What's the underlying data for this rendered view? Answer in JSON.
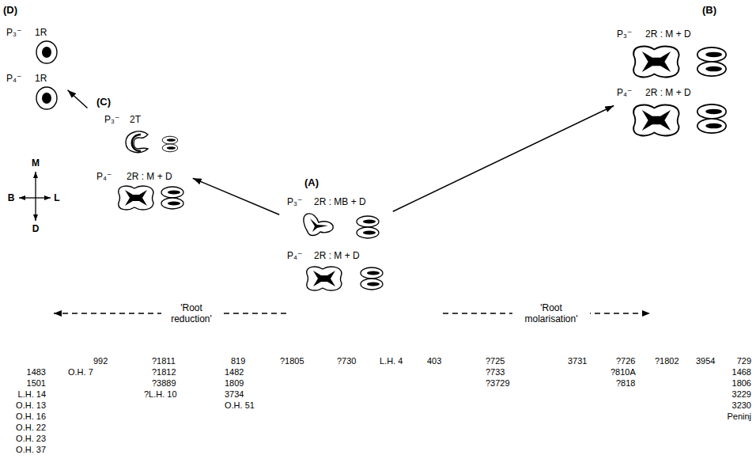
{
  "diagram": {
    "nodes": [
      {
        "text": [
          "(D)",
          "P₃⁻",
          "1R",
          "P₄⁻",
          "1R"
        ]
      },
      {
        "text": [
          "(B)",
          "P₃⁻",
          "2R : M + D",
          "P₄⁻",
          "2R : M + D"
        ]
      },
      {
        "text": [
          "(C)",
          "P₃⁻",
          "2T",
          "P₄⁻",
          "2R : M + D"
        ]
      },
      {
        "text": [
          "(A)",
          "P₃⁻",
          "2R : MB + D",
          "P₄⁻",
          "2R : M + D"
        ]
      }
    ],
    "edges": [
      {
        "from": 3,
        "to": 2,
        "arrow": "to"
      },
      {
        "from": 2,
        "to": 0,
        "arrow": "to"
      },
      {
        "from": 3,
        "to": 1,
        "arrow": "to"
      }
    ],
    "labels": [
      "M",
      "B",
      "L",
      "D",
      "'Root reduction'",
      "'Root molarisation'",
      "1483",
      "1501",
      "L.H. 14",
      "O.H. 13",
      "O.H. 16",
      "O.H. 22",
      "O.H. 23",
      "O.H. 37",
      "992",
      "O.H. 7",
      "?1811",
      "?1812",
      "?3889",
      "?L.H. 10",
      "819",
      "1482",
      "1809",
      "3734",
      "O.H. 51",
      "?1805",
      "?730",
      "L.H. 4",
      "403",
      "?725",
      "?733",
      "?3729",
      "3731",
      "?726",
      "?810A",
      "?818",
      "?1802",
      "3954",
      "729",
      "1468",
      "1806",
      "3229",
      "3230",
      "Peninj"
    ]
  }
}
